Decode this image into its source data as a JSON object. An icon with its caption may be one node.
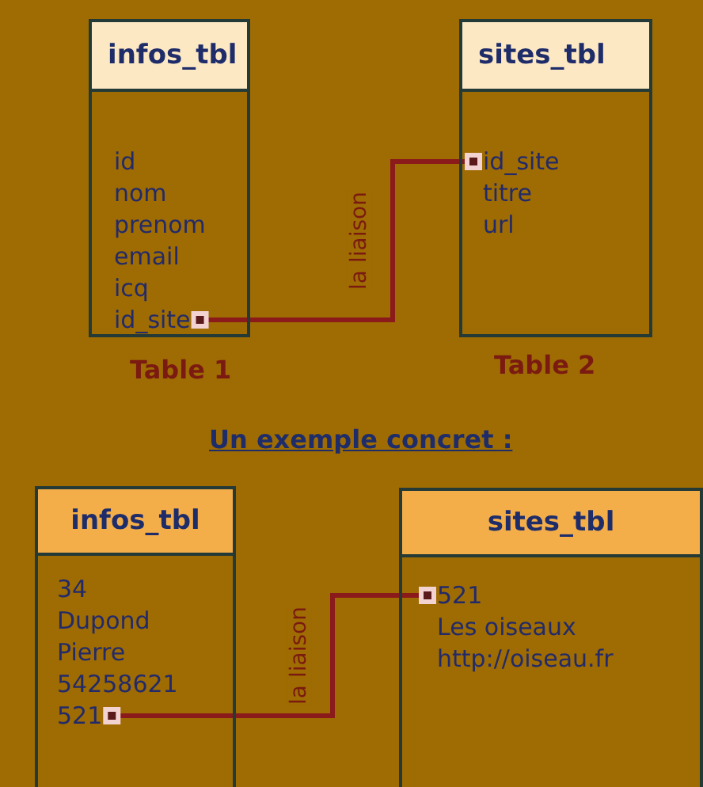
{
  "diagram": {
    "nodes": [
      {
        "text": [
          "infos_tbl"
        ],
        "beside": [
          "Table 1"
        ]
      },
      {
        "text": [
          "id"
        ],
        "in": 0
      },
      {
        "text": [
          "nom"
        ],
        "in": 0
      },
      {
        "text": [
          "prenom"
        ],
        "in": 0
      },
      {
        "text": [
          "email"
        ],
        "in": 0
      },
      {
        "text": [
          "icq"
        ],
        "in": 0
      },
      {
        "text": [
          "id_site"
        ],
        "in": 0
      },
      {
        "text": [
          "sites_tbl"
        ],
        "beside": [
          "Table 2"
        ]
      },
      {
        "text": [
          "id_site"
        ],
        "in": 7
      },
      {
        "text": [
          "titre"
        ],
        "in": 7
      },
      {
        "text": [
          "url"
        ],
        "in": 7
      },
      {
        "text": [
          "infos_tbl"
        ]
      },
      {
        "text": [
          "34"
        ],
        "in": 11
      },
      {
        "text": [
          "Dupond"
        ],
        "in": 11
      },
      {
        "text": [
          "Pierre"
        ],
        "in": 11
      },
      {
        "text": [
          "54258621"
        ],
        "in": 11
      },
      {
        "text": [
          "521"
        ],
        "in": 11
      },
      {
        "text": [
          "sites_tbl"
        ]
      },
      {
        "text": [
          "521"
        ],
        "in": 17
      },
      {
        "text": [
          "Les oiseaux"
        ],
        "in": 17
      },
      {
        "text": [
          "http://oiseau.fr"
        ],
        "in": 17
      }
    ],
    "edges": [
      {
        "from": 6,
        "to": 8,
        "arrow": "other",
        "label": "la liaison"
      },
      {
        "from": 16,
        "to": 18,
        "arrow": "other",
        "label": "la liaison"
      }
    ],
    "labels": [
      "Un exemple concret :"
    ]
  }
}
